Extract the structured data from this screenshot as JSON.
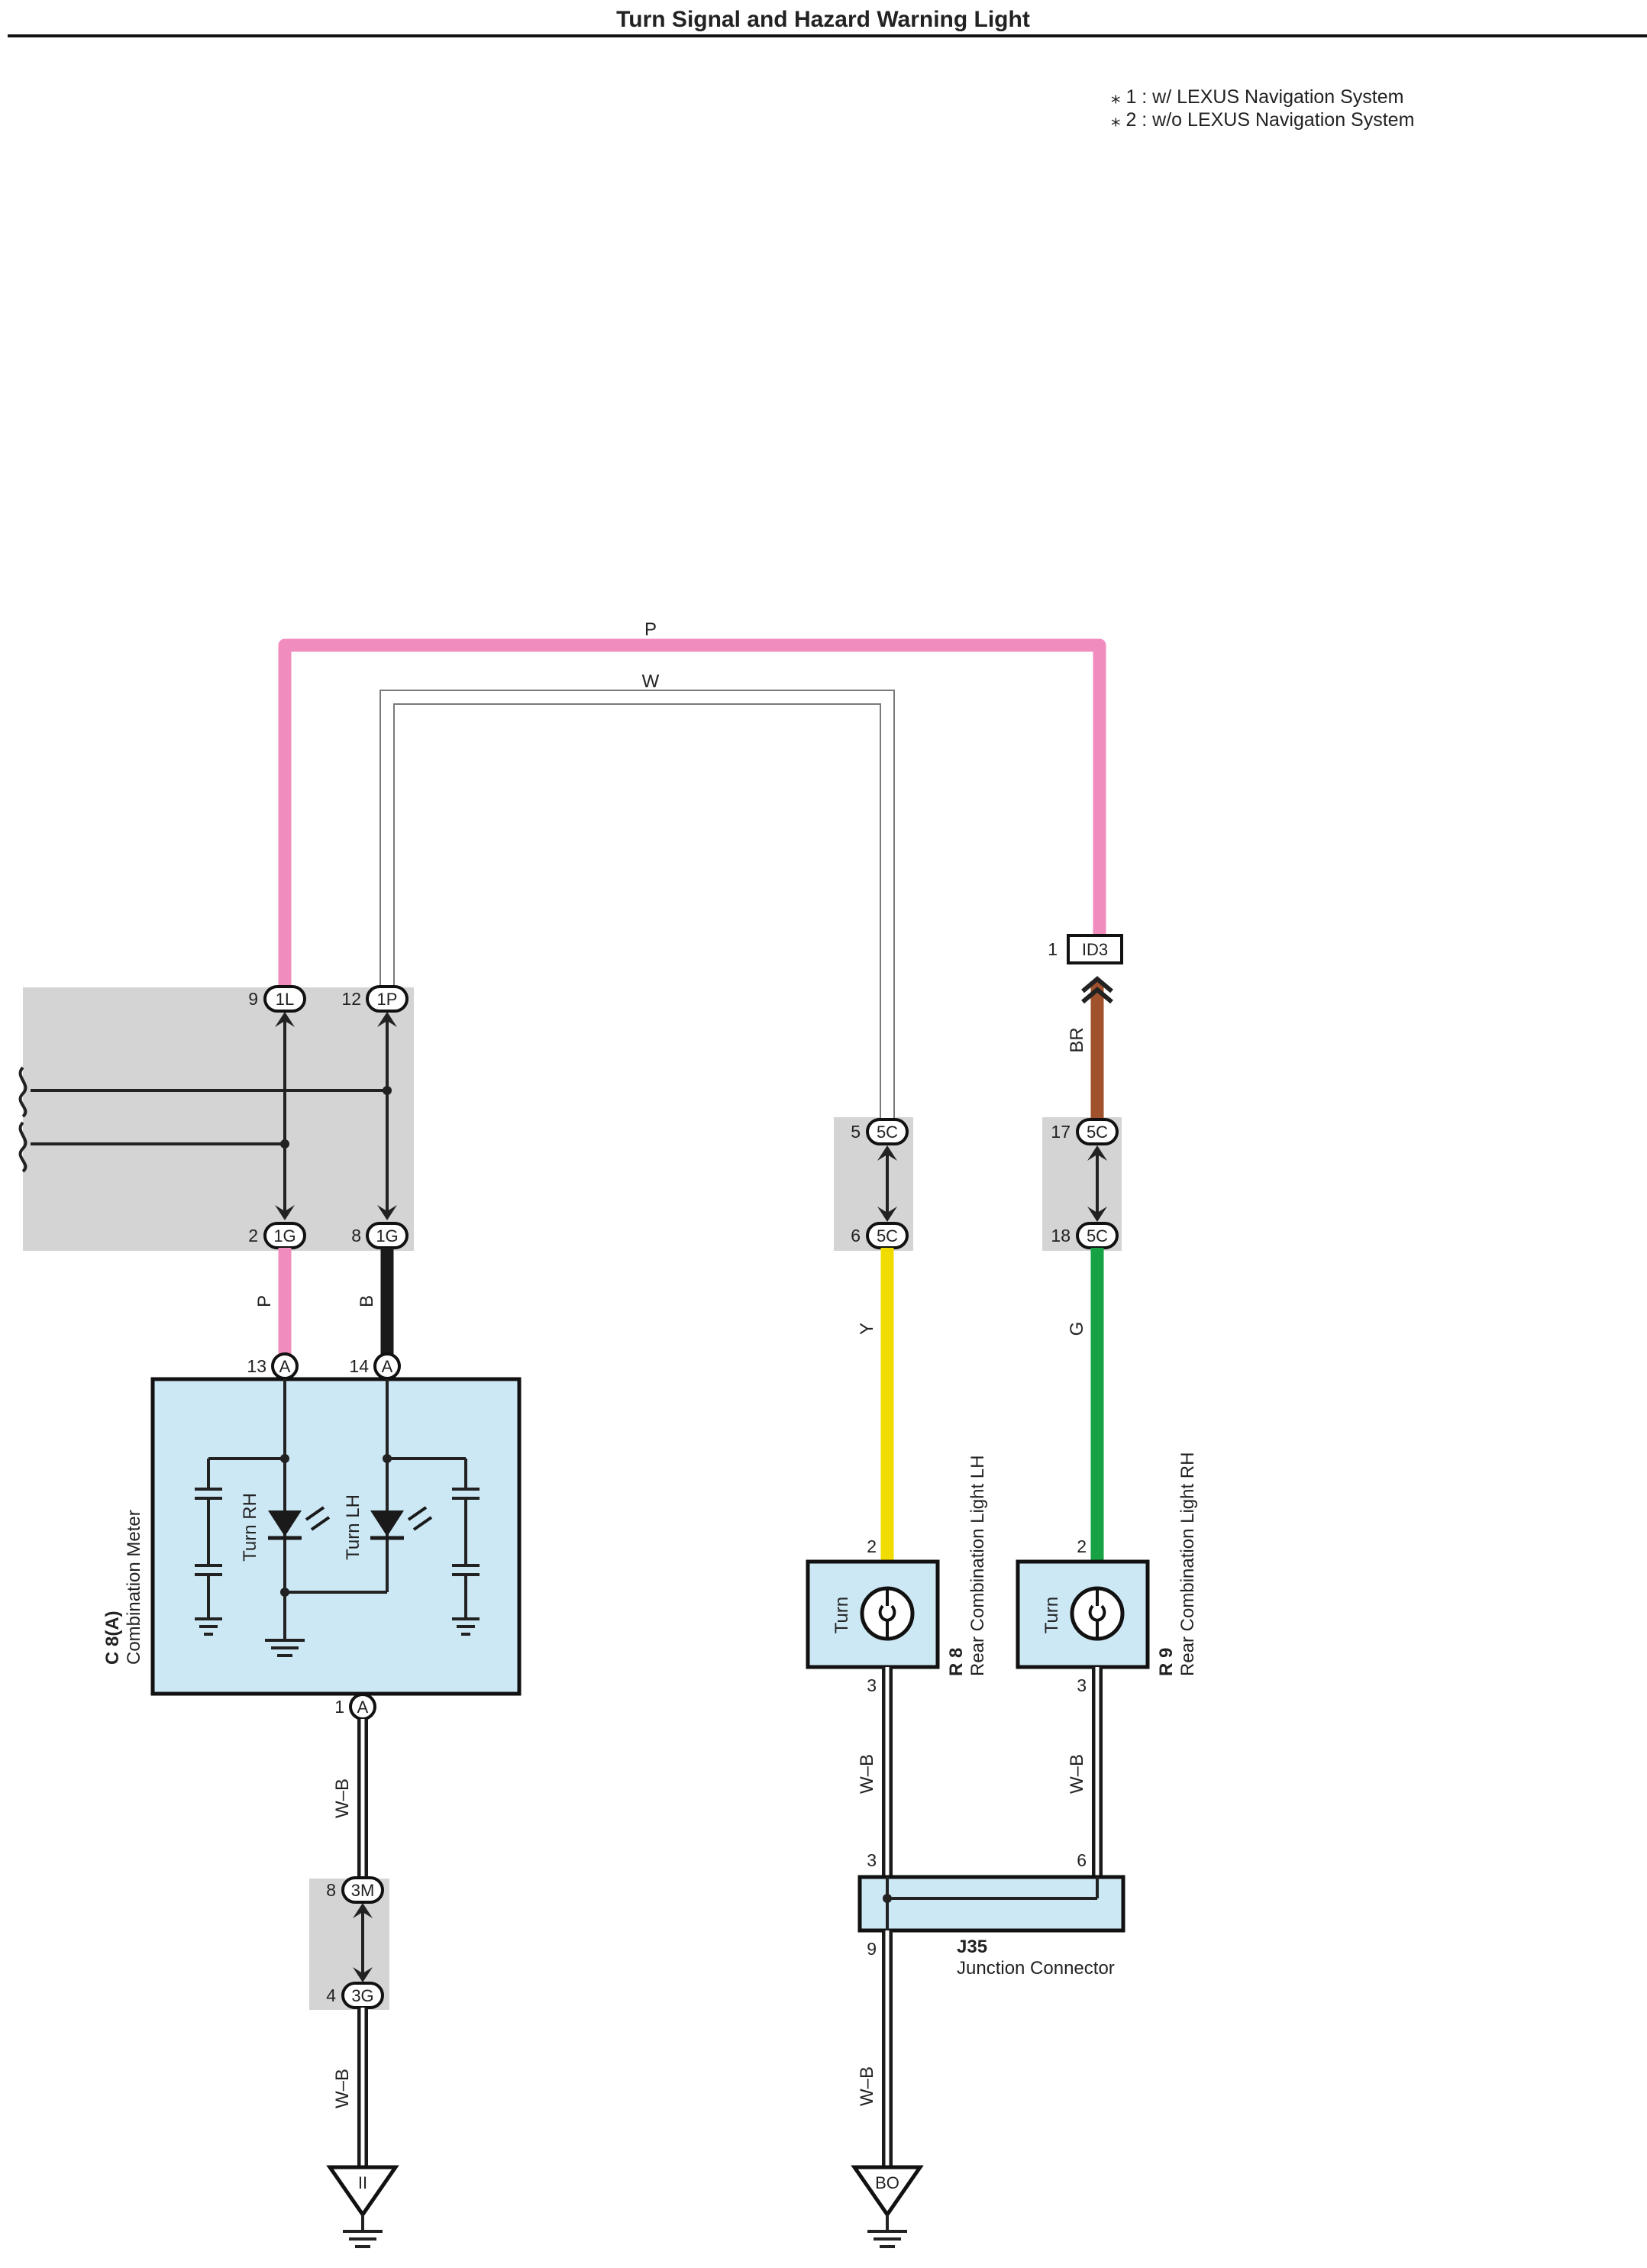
{
  "title": "Turn Signal and Hazard Warning Light",
  "notes": [
    "⁎ 1 : w/ LEXUS Navigation System",
    "⁎ 2 : w/o LEXUS Navigation System"
  ],
  "colors": {
    "pink": "#f08cbe",
    "brown": "#a0522d",
    "yellow": "#f2dc00",
    "green": "#17a345",
    "black": "#1a1a1a",
    "component_fill": "#cde8f5",
    "splice_gray": "#d4d4d4"
  },
  "wire_labels": {
    "top_p": "P",
    "top_w": "W",
    "br": "BR",
    "p_lower": "P",
    "b_lower": "B",
    "y": "Y",
    "g": "G",
    "wb_left_upper": "W–B",
    "wb_left_lower": "W–B",
    "wb_r8": "W–B",
    "wb_r9": "W–B",
    "wb_j35_out": "W–B"
  },
  "connectors": {
    "c9_pin": "9",
    "c9_code": "1L",
    "c12_pin": "12",
    "c12_code": "1P",
    "c2_pin": "2",
    "c2_code": "1G",
    "c8_pin": "8",
    "c8_code": "1G",
    "id3_pin": "1",
    "id3_code": "ID3",
    "c5_pin": "5",
    "c5_code": "5C",
    "c6_pin": "6",
    "c6_code": "5C",
    "c17_pin": "17",
    "c17_code": "5C",
    "c18_pin": "18",
    "c18_code": "5C",
    "a13_pin": "13",
    "a13_code": "A",
    "a14_pin": "14",
    "a14_code": "A",
    "a1_pin": "1",
    "a1_code": "A",
    "m8_pin": "8",
    "m8_code": "3M",
    "g4_pin": "4",
    "g4_code": "3G"
  },
  "components": {
    "meter": {
      "code": "C 8(A)",
      "name": "Combination Meter",
      "turn_rh": "Turn RH",
      "turn_lh": "Turn LH"
    },
    "r8": {
      "code": "R 8",
      "name": "Rear Combination Light LH",
      "inner": "Turn",
      "pin_top": "2",
      "pin_bottom": "3"
    },
    "r9": {
      "code": "R 9",
      "name": "Rear Combination Light RH",
      "inner": "Turn",
      "pin_top": "2",
      "pin_bottom": "3"
    },
    "j35": {
      "code": "J35",
      "name": "Junction Connector",
      "pin_3": "3",
      "pin_6": "6",
      "pin_9": "9"
    }
  },
  "grounds": {
    "left": "II",
    "right": "BO"
  }
}
